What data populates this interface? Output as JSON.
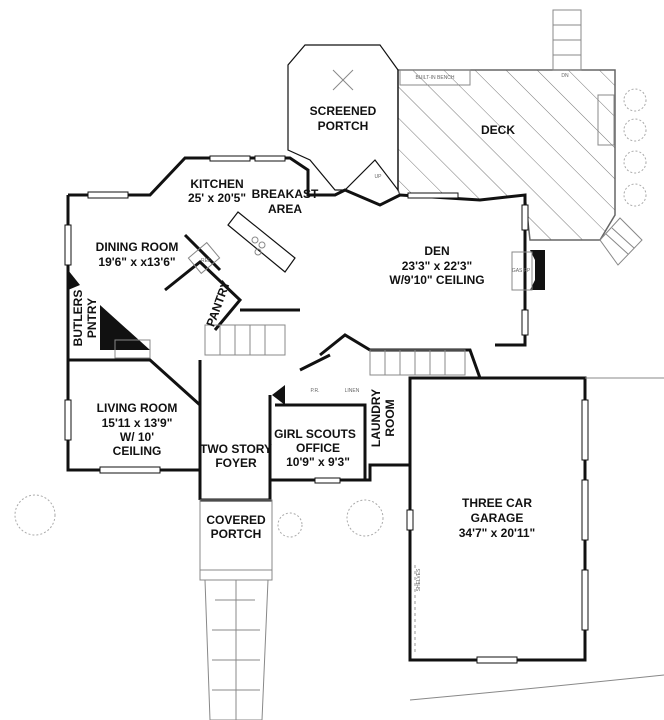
{
  "rooms": {
    "screened_porch": [
      "SCREENED",
      "PORTCH"
    ],
    "deck": "DECK",
    "kitchen": [
      "KITCHEN",
      "25' x 20'5\""
    ],
    "breakfast": [
      "BREAKAST",
      "AREA"
    ],
    "dining": [
      "DINING ROOM",
      "19'6\" x x13'6\""
    ],
    "den": [
      "DEN",
      "23'3\" x 22'3\"",
      "W/9'10\" CEILING"
    ],
    "pantry": "PANTRY",
    "butlers": [
      "BUTLERS",
      "PNTRY"
    ],
    "living": [
      "LIVING ROOM",
      "15'11 x 13'9\"",
      "W/ 10'",
      "CEILING"
    ],
    "foyer": [
      "TWO STORY",
      "FOYER"
    ],
    "office": [
      "GIRL SCOUTS",
      "OFFICE",
      "10'9\" x 9'3\""
    ],
    "laundry": [
      "LAUNDRY",
      "ROOM"
    ],
    "covered_porch": [
      "COVERED",
      "PORTCH"
    ],
    "garage": [
      "THREE CAR",
      "GARAGE",
      "34'7\" x 20'11\""
    ]
  },
  "small_labels": {
    "bench": "BUILT-IN BENCH",
    "gas_fp": "GAS FP",
    "dn": "DN",
    "up": "UP",
    "pr": "P.R.",
    "linen": "LINEN",
    "shelves": "SHELVES",
    "ref": "REF"
  }
}
